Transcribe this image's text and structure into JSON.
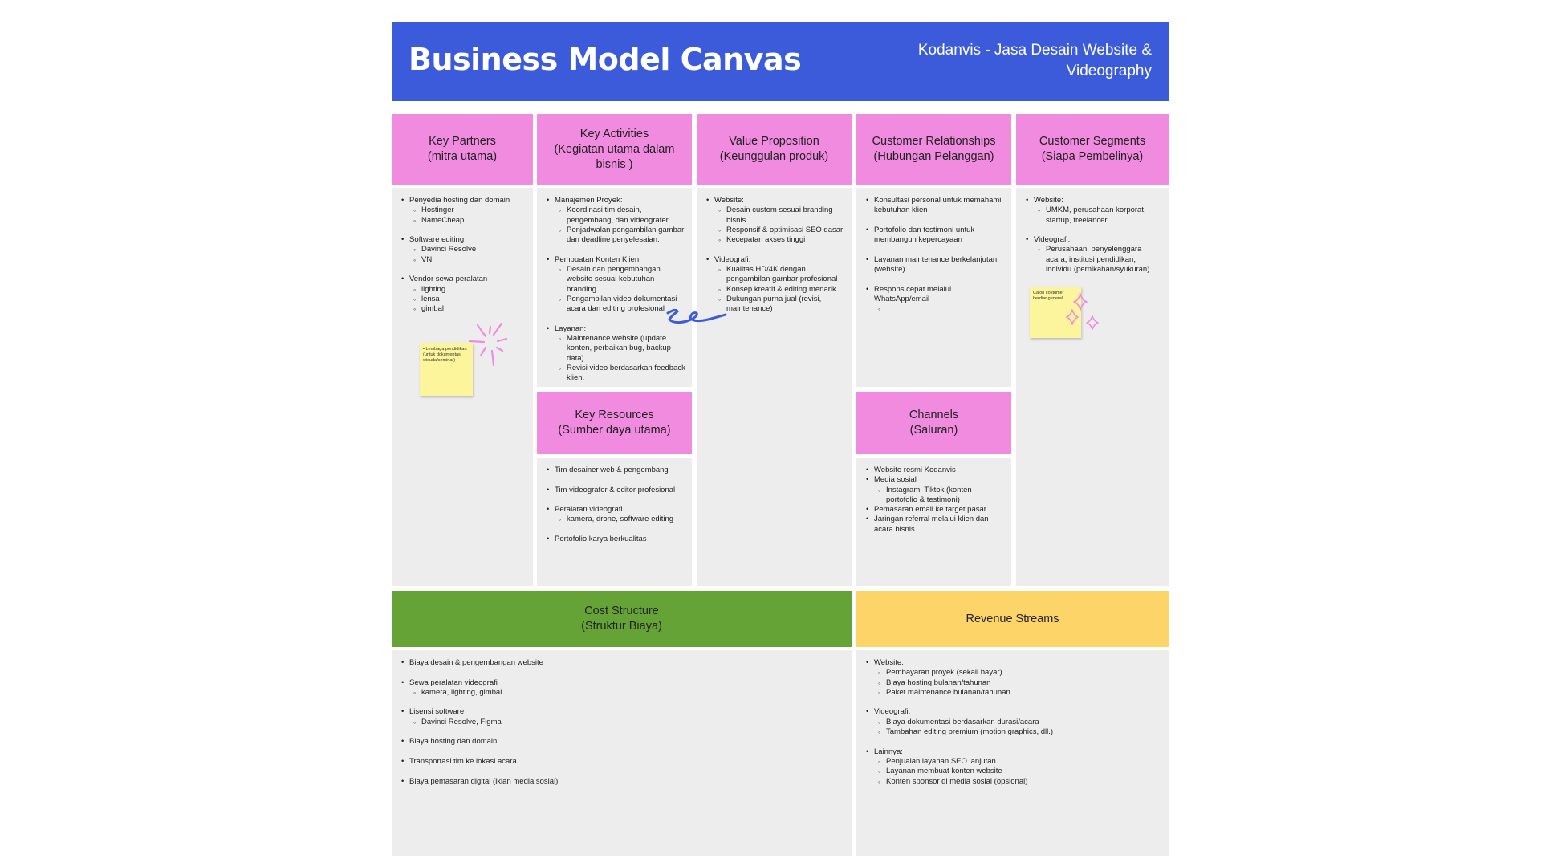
{
  "header": {
    "title": "Business Model Canvas",
    "subtitle": "Kodanvis - Jasa Desain Website & Videography"
  },
  "blocks": {
    "key_partners": {
      "heading": "Key Partners\n(mitra utama)",
      "items": [
        {
          "level": 1,
          "text": "Penyedia hosting dan domain"
        },
        {
          "level": 2,
          "text": "Hostinger"
        },
        {
          "level": 2,
          "text": "NameCheap"
        },
        {
          "level": 0,
          "text": ""
        },
        {
          "level": 1,
          "text": "Software editing"
        },
        {
          "level": 2,
          "text": "Davinci Resolve"
        },
        {
          "level": 2,
          "text": "VN"
        },
        {
          "level": 0,
          "text": ""
        },
        {
          "level": 1,
          "text": "Vendor sewa peralatan"
        },
        {
          "level": 2,
          "text": "lighting"
        },
        {
          "level": 2,
          "text": "lensa"
        },
        {
          "level": 2,
          "text": "gimbal"
        }
      ],
      "sticky": "• Lembaga pendidikan (untuk dokumentasi wisuda/seminar)"
    },
    "key_activities": {
      "heading": "Key Activities\n(Kegiatan utama dalam\nbisnis )",
      "items": [
        {
          "level": 1,
          "text": "Manajemen Proyek:"
        },
        {
          "level": 2,
          "text": "Koordinasi tim desain, pengembang, dan videografer."
        },
        {
          "level": 2,
          "text": "Penjadwalan pengambilan gambar dan deadline penyelesaian."
        },
        {
          "level": 0,
          "text": ""
        },
        {
          "level": 1,
          "text": "Pembuatan Konten Klien:"
        },
        {
          "level": 2,
          "text": "Desain dan pengembangan website sesuai kebutuhan branding."
        },
        {
          "level": 2,
          "text": "Pengambilan video dokumentasi acara dan editing profesional"
        },
        {
          "level": 0,
          "text": ""
        },
        {
          "level": 1,
          "text": "Layanan:"
        },
        {
          "level": 2,
          "text": "Maintenance website (update konten, perbaikan bug, backup data)."
        },
        {
          "level": 2,
          "text": "Revisi video berdasarkan feedback klien."
        }
      ]
    },
    "value_proposition": {
      "heading": "Value Proposition\n(Keunggulan produk)",
      "items": [
        {
          "level": 1,
          "text": "Website:"
        },
        {
          "level": 2,
          "text": "Desain custom sesuai branding bisnis"
        },
        {
          "level": 2,
          "text": "Responsif & optimisasi SEO dasar"
        },
        {
          "level": 2,
          "text": "Kecepatan akses tinggi"
        },
        {
          "level": 0,
          "text": ""
        },
        {
          "level": 1,
          "text": "Videografi:"
        },
        {
          "level": 2,
          "text": "Kualitas HD/4K dengan pengambilan gambar profesional"
        },
        {
          "level": 2,
          "text": "Konsep kreatif & editing menarik"
        },
        {
          "level": 2,
          "text": "Dukungan purna jual (revisi, maintenance)"
        }
      ]
    },
    "customer_relationships": {
      "heading": "Customer Relationships\n(Hubungan Pelanggan)",
      "items": [
        {
          "level": 1,
          "text": "Konsultasi personal untuk memahami kebutuhan klien"
        },
        {
          "level": 0,
          "text": ""
        },
        {
          "level": 1,
          "text": "Portofolio dan testimoni untuk membangun kepercayaan"
        },
        {
          "level": 0,
          "text": ""
        },
        {
          "level": 1,
          "text": "Layanan maintenance berkelanjutan (website)"
        },
        {
          "level": 0,
          "text": ""
        },
        {
          "level": 1,
          "text": "Respons cepat melalui WhatsApp/email"
        },
        {
          "level": 2,
          "text": ""
        }
      ]
    },
    "customer_segments": {
      "heading": "Customer Segments\n(Siapa Pembelinya)",
      "items": [
        {
          "level": 1,
          "text": "Website:"
        },
        {
          "level": 2,
          "text": "UMKM, perusahaan korporat, startup, freelancer"
        },
        {
          "level": 0,
          "text": ""
        },
        {
          "level": 1,
          "text": "Videografi:"
        },
        {
          "level": 2,
          "text": "Perusahaan, penyelenggara acara, institusi pendidikan, individu (pernikahan/syukuran)"
        }
      ],
      "sticky": "Calon costumer berdiar general"
    },
    "key_resources": {
      "heading": "Key Resources\n(Sumber daya utama)",
      "items": [
        {
          "level": 1,
          "text": "Tim desainer web & pengembang"
        },
        {
          "level": 0,
          "text": ""
        },
        {
          "level": 1,
          "text": "Tim videografer & editor profesional"
        },
        {
          "level": 0,
          "text": ""
        },
        {
          "level": 1,
          "text": "Peralatan videografi"
        },
        {
          "level": 2,
          "text": "kamera, drone, software editing"
        },
        {
          "level": 0,
          "text": ""
        },
        {
          "level": 1,
          "text": "Portofolio karya berkualitas"
        }
      ]
    },
    "channels": {
      "heading": "Channels\n(Saluran)",
      "items": [
        {
          "level": 1,
          "text": "Website resmi Kodanvis"
        },
        {
          "level": 1,
          "text": "Media sosial"
        },
        {
          "level": 2,
          "text": "Instagram, Tiktok (konten portofolio & testimoni)"
        },
        {
          "level": 1,
          "text": "Pemasaran email ke target pasar"
        },
        {
          "level": 1,
          "text": "Jaringan referral melalui klien dan acara bisnis"
        }
      ]
    },
    "cost_structure": {
      "heading": "Cost Structure\n(Struktur Biaya)",
      "items": [
        {
          "level": 1,
          "text": "Biaya desain & pengembangan website"
        },
        {
          "level": 0,
          "text": ""
        },
        {
          "level": 1,
          "text": "Sewa peralatan videografi"
        },
        {
          "level": 2,
          "text": "kamera, lighting, gimbal"
        },
        {
          "level": 0,
          "text": ""
        },
        {
          "level": 1,
          "text": "Lisensi software"
        },
        {
          "level": 2,
          "text": "Davinci Resolve, Figma"
        },
        {
          "level": 0,
          "text": ""
        },
        {
          "level": 1,
          "text": "Biaya hosting dan domain"
        },
        {
          "level": 0,
          "text": ""
        },
        {
          "level": 1,
          "text": "Transportasi tim ke lokasi acara"
        },
        {
          "level": 0,
          "text": ""
        },
        {
          "level": 1,
          "text": "Biaya pemasaran digital (iklan media sosial)"
        }
      ]
    },
    "revenue_streams": {
      "heading": "Revenue Streams",
      "items": [
        {
          "level": 1,
          "text": "Website:"
        },
        {
          "level": 2,
          "text": "Pembayaran proyek (sekali bayar)"
        },
        {
          "level": 2,
          "text": "Biaya hosting bulanan/tahunan"
        },
        {
          "level": 2,
          "text": "Paket maintenance bulanan/tahunan"
        },
        {
          "level": 0,
          "text": ""
        },
        {
          "level": 1,
          "text": "Videografi:"
        },
        {
          "level": 2,
          "text": "Biaya dokumentasi berdasarkan durasi/acara"
        },
        {
          "level": 2,
          "text": "Tambahan editing premium (motion graphics, dll.)"
        },
        {
          "level": 0,
          "text": ""
        },
        {
          "level": 1,
          "text": "Lainnya:"
        },
        {
          "level": 2,
          "text": "Penjualan layanan SEO lanjutan"
        },
        {
          "level": 2,
          "text": "Layanan membuat konten website"
        },
        {
          "level": 2,
          "text": "Konten sponsor di media sosial (opsional)"
        }
      ]
    }
  },
  "colors": {
    "header_bg": "#3b5bdb",
    "heading_pink": "#f08be0",
    "cost_green": "#66a336",
    "revenue_yellow": "#fdd468",
    "body_gray": "#ededed",
    "sticky_yellow": "#fdf59b",
    "doodle_blue": "#3b5bdb",
    "sparkle_pink": "#f08be0"
  }
}
